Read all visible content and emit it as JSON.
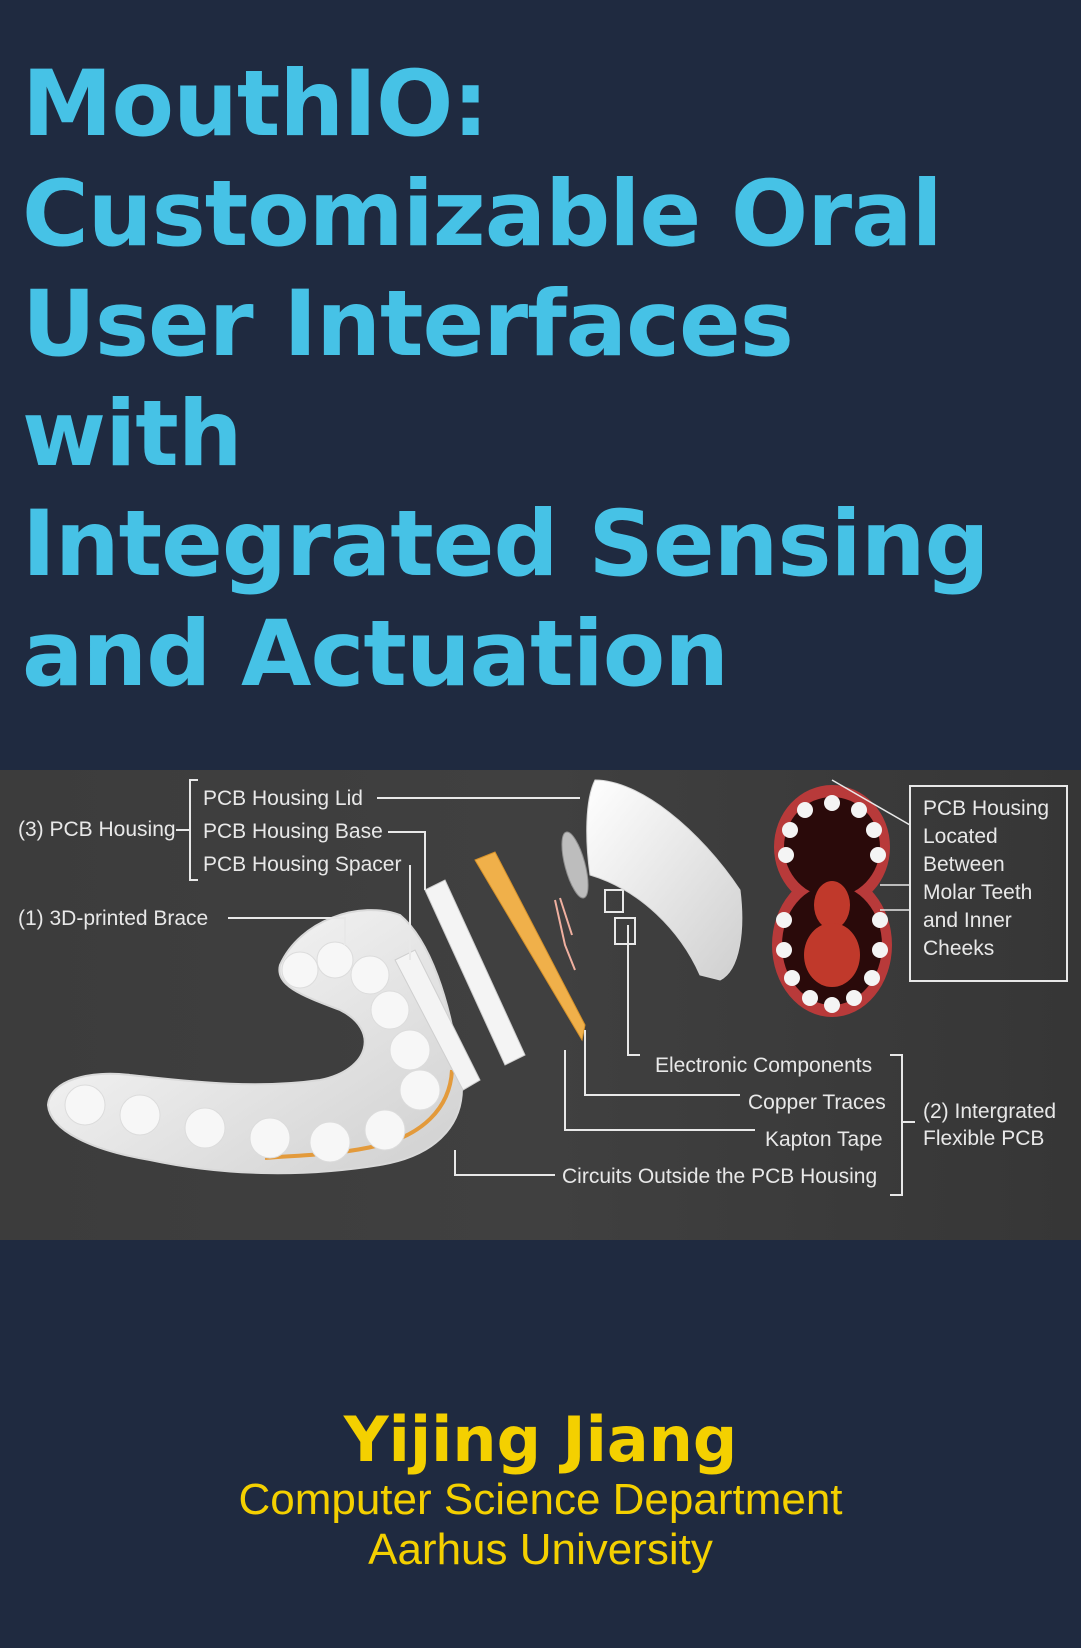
{
  "title": {
    "lines": [
      "MouthIO:",
      "Customizable Oral",
      "User Interfaces",
      "with",
      "Integrated Sensing",
      "and Actuation"
    ]
  },
  "figure": {
    "labels": {
      "pcb_housing_group": "(3) PCB Housing",
      "housing_lid": "PCB Housing Lid",
      "housing_base": "PCB Housing Base",
      "housing_spacer": "PCB Housing Spacer",
      "brace": "(1) 3D-printed Brace",
      "electronic_components": "Electronic Components",
      "copper_traces": "Copper Traces",
      "kapton_tape": "Kapton Tape",
      "circuits_outside": "Circuits Outside the PCB Housing",
      "flex_pcb_line1": "(2) Intergrated",
      "flex_pcb_line2": "Flexible PCB",
      "location_lines": [
        "PCB Housing",
        "Located",
        "Between",
        "Molar Teeth",
        "and Inner",
        "Cheeks"
      ]
    },
    "colors": {
      "background": "#3a3a3a",
      "pcb": "#f0b04a",
      "brace": "#f2f2f2",
      "mouth": "#8b1a1a"
    }
  },
  "author": {
    "name": "Yijing Jiang",
    "department": "Computer Science Department",
    "university": "Aarhus University"
  },
  "colors": {
    "background": "#1f2a40",
    "title": "#46c2e6",
    "author": "#f4d000"
  }
}
